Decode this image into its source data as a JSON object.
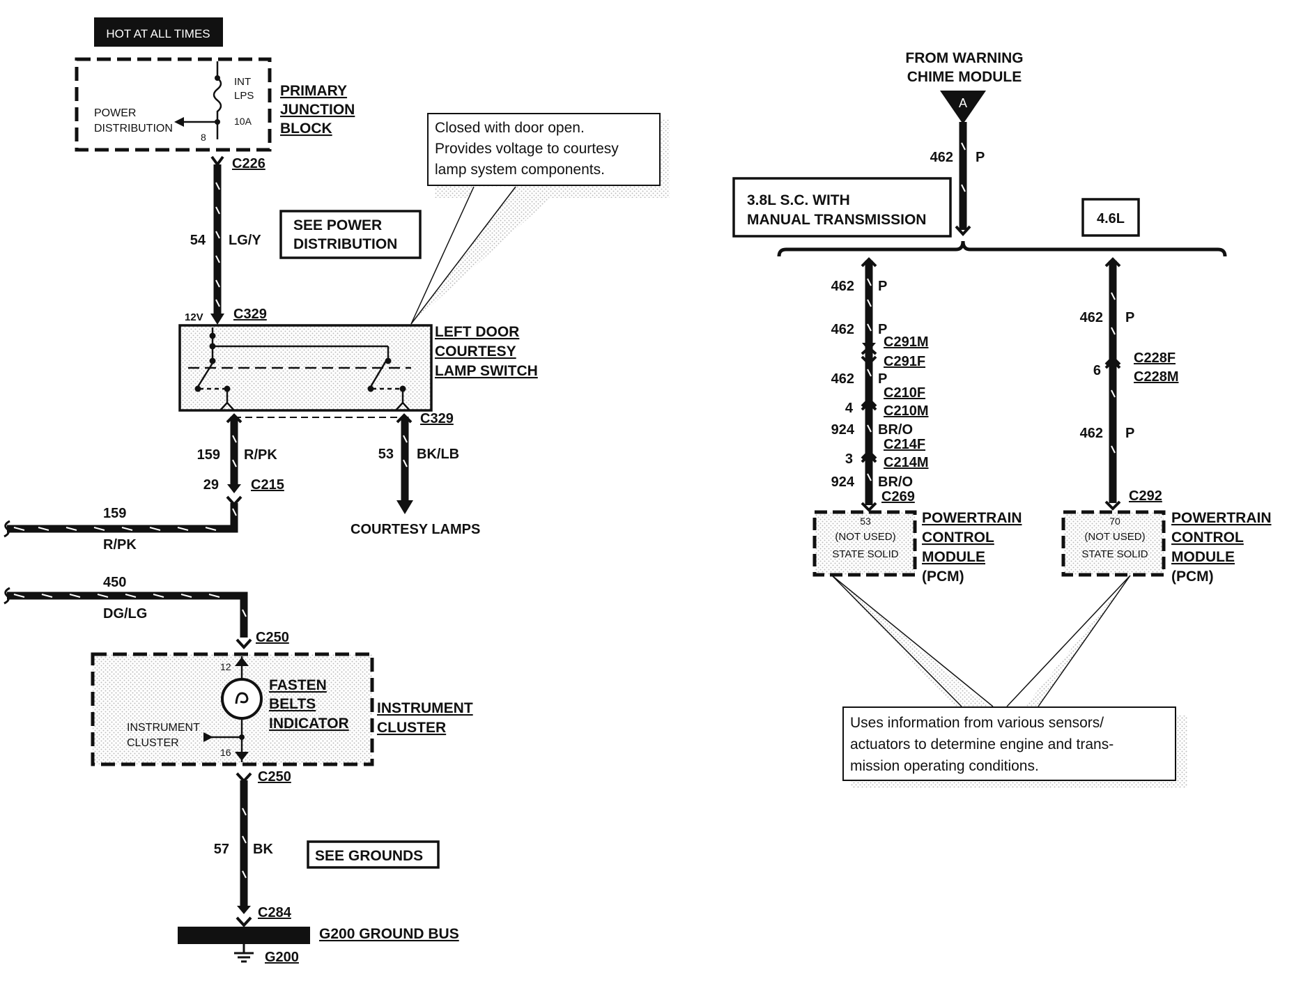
{
  "header": {
    "badge": "HOT AT ALL TIMES"
  },
  "junction_block": {
    "title_lines": [
      "PRIMARY",
      "JUNCTION",
      "BLOCK"
    ],
    "internal_label_lines": [
      "POWER",
      "DISTRIBUTION"
    ],
    "fuse_label_lines": [
      "INT",
      "LPS"
    ],
    "fuse_rating": "10A",
    "pin": "8",
    "connector": "C226"
  },
  "feed_wire": {
    "circuit": "54",
    "color": "LG/Y"
  },
  "see_power_distribution": {
    "lines": [
      "SEE POWER",
      "DISTRIBUTION"
    ]
  },
  "door_switch": {
    "voltage": "12V",
    "connector_top": "C329",
    "connector_bottom": "C329",
    "title_lines": [
      "LEFT DOOR",
      "COURTESY",
      "LAMP SWITCH"
    ],
    "callout_lines": [
      "Closed with door open.",
      "Provides voltage to courtesy",
      "lamp system components."
    ]
  },
  "wire_159": {
    "circuit": "159",
    "color": "R/PK",
    "connector_circuit": "29",
    "connector": "C215",
    "bus_circuit": "159",
    "bus_color": "R/PK"
  },
  "wire_53": {
    "circuit": "53",
    "color": "BK/LB",
    "destination": "COURTESY LAMPS"
  },
  "wire_450": {
    "circuit": "450",
    "color": "DG/LG",
    "connector": "C250"
  },
  "instrument_cluster": {
    "pin_top": "12",
    "pin_bottom": "16",
    "indicator_lines": [
      "FASTEN",
      "BELTS",
      "INDICATOR"
    ],
    "internal_lines": [
      "INSTRUMENT",
      "CLUSTER"
    ],
    "title_lines": [
      "INSTRUMENT",
      "CLUSTER"
    ],
    "connector_bottom": "C250"
  },
  "ground": {
    "circuit": "57",
    "color": "BK",
    "see_grounds": "SEE GROUNDS",
    "connector": "C284",
    "bus_label": "G200 GROUND BUS",
    "ground_id": "G200"
  },
  "chime": {
    "title_lines": [
      "FROM WARNING",
      "CHIME MODULE"
    ],
    "symbol": "A",
    "circuit": "462",
    "color": "P"
  },
  "left_branch": {
    "condition_lines": [
      "3.8L S.C.  WITH",
      "MANUAL TRANSMISSION"
    ],
    "segments": [
      {
        "circuit": "462",
        "color": "P"
      },
      {
        "circuit": "462",
        "color": "P"
      },
      {
        "circuit": "462",
        "color": "P"
      },
      {
        "circuit": "4",
        "color": ""
      },
      {
        "circuit": "924",
        "color": "BR/O"
      },
      {
        "circuit": "3",
        "color": ""
      },
      {
        "circuit": "924",
        "color": "BR/O"
      }
    ],
    "connectors": [
      "C291M",
      "C291F",
      "C210F",
      "C210M",
      "C214F",
      "C214M",
      "C269"
    ],
    "pcm_box": {
      "pin": "53",
      "lines": [
        "(NOT USED)",
        "STATE SOLID"
      ]
    },
    "pcm_title_lines": [
      "POWERTRAIN",
      "CONTROL",
      "MODULE",
      "(PCM)"
    ]
  },
  "right_branch": {
    "condition": "4.6L",
    "segments": [
      {
        "circuit": "462",
        "color": "P"
      },
      {
        "circuit": "6",
        "color": ""
      },
      {
        "circuit": "462",
        "color": "P"
      }
    ],
    "connectors": [
      "C228F",
      "C228M",
      "C292"
    ],
    "pcm_box": {
      "pin": "70",
      "lines": [
        "(NOT USED)",
        "STATE SOLID"
      ]
    },
    "pcm_title_lines": [
      "POWERTRAIN",
      "CONTROL",
      "MODULE",
      "(PCM)"
    ]
  },
  "pcm_callout_lines": [
    "Uses information from various sensors/",
    "actuators to determine engine and trans-",
    "mission operating conditions."
  ]
}
